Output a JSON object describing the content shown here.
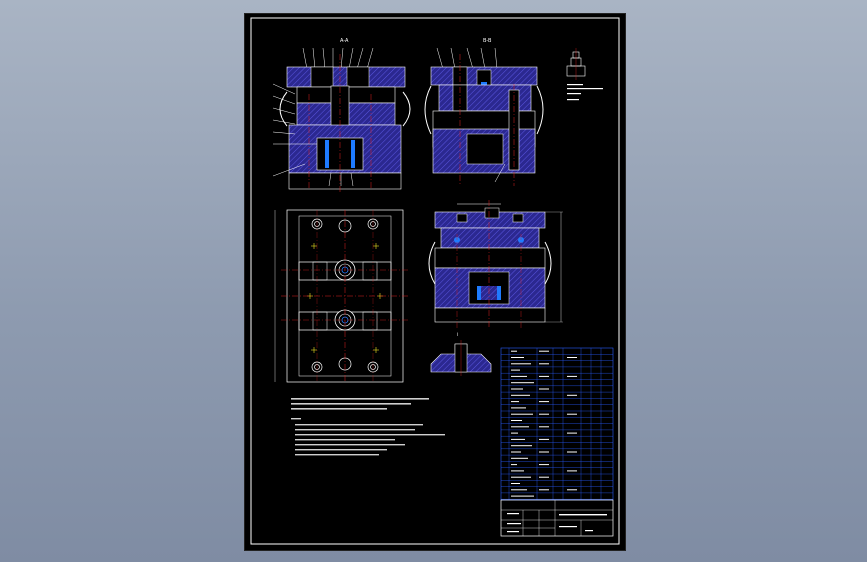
{
  "drawing": {
    "sheet_background": "#000000",
    "frame_color": "#ffffff",
    "hatch_color": "#3a35b8",
    "centerline_color": "#e02020",
    "highlight_color": "#1e7bff",
    "grid_color": "#2a5cff"
  },
  "views": {
    "front_section_label": "A-A",
    "side_section_label": "B-B",
    "detail_label": "I"
  }
}
